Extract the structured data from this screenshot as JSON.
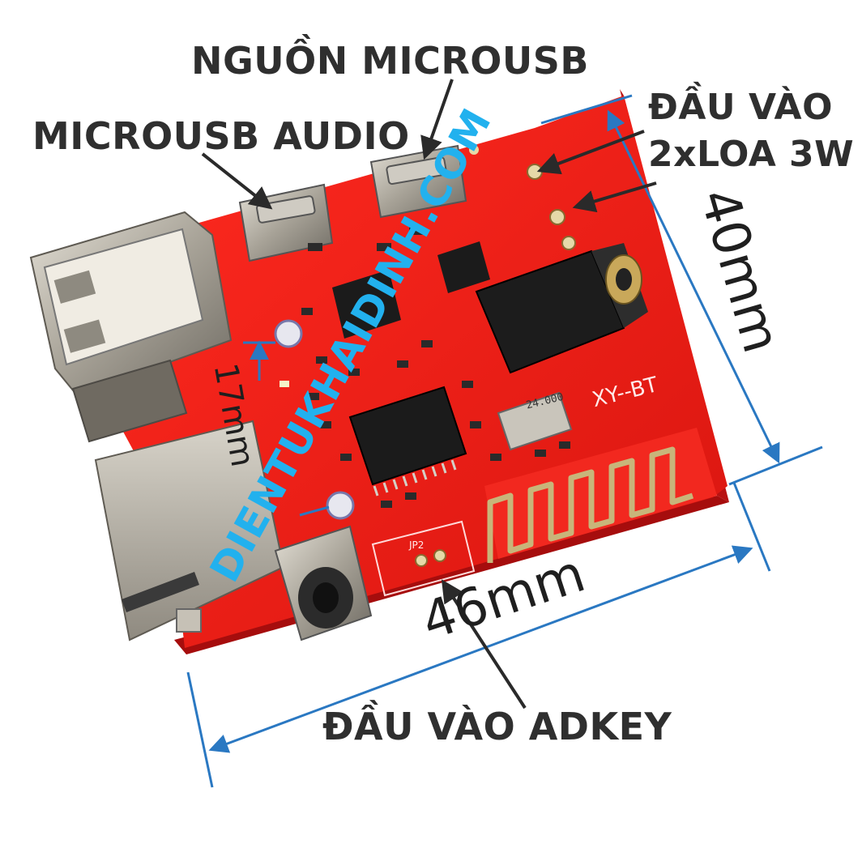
{
  "labels": {
    "power": "NGUỒN MICROUSB",
    "audio": "MICROUSB AUDIO",
    "speaker_line1": "ĐẦU VÀO",
    "speaker_line2": "2xLOA 3W",
    "adkey": "ĐẦU VÀO ADKEY"
  },
  "dimensions": {
    "width": "46mm",
    "height": "40mm",
    "hole": "17mm"
  },
  "watermark": "DIENTUKHAIDINH.COM",
  "silkscreen": {
    "board_name": "XY--BT",
    "connector": "JP2",
    "crystal": "24.000"
  },
  "colors": {
    "pcb": "#e51c1c",
    "pcb_dark": "#a80e0e",
    "label": "#2f2f2f",
    "dimension_line": "#2a78c2",
    "watermark": "#22b1ee",
    "metal": "#b7b2a6",
    "chip": "#1b1b1b"
  }
}
